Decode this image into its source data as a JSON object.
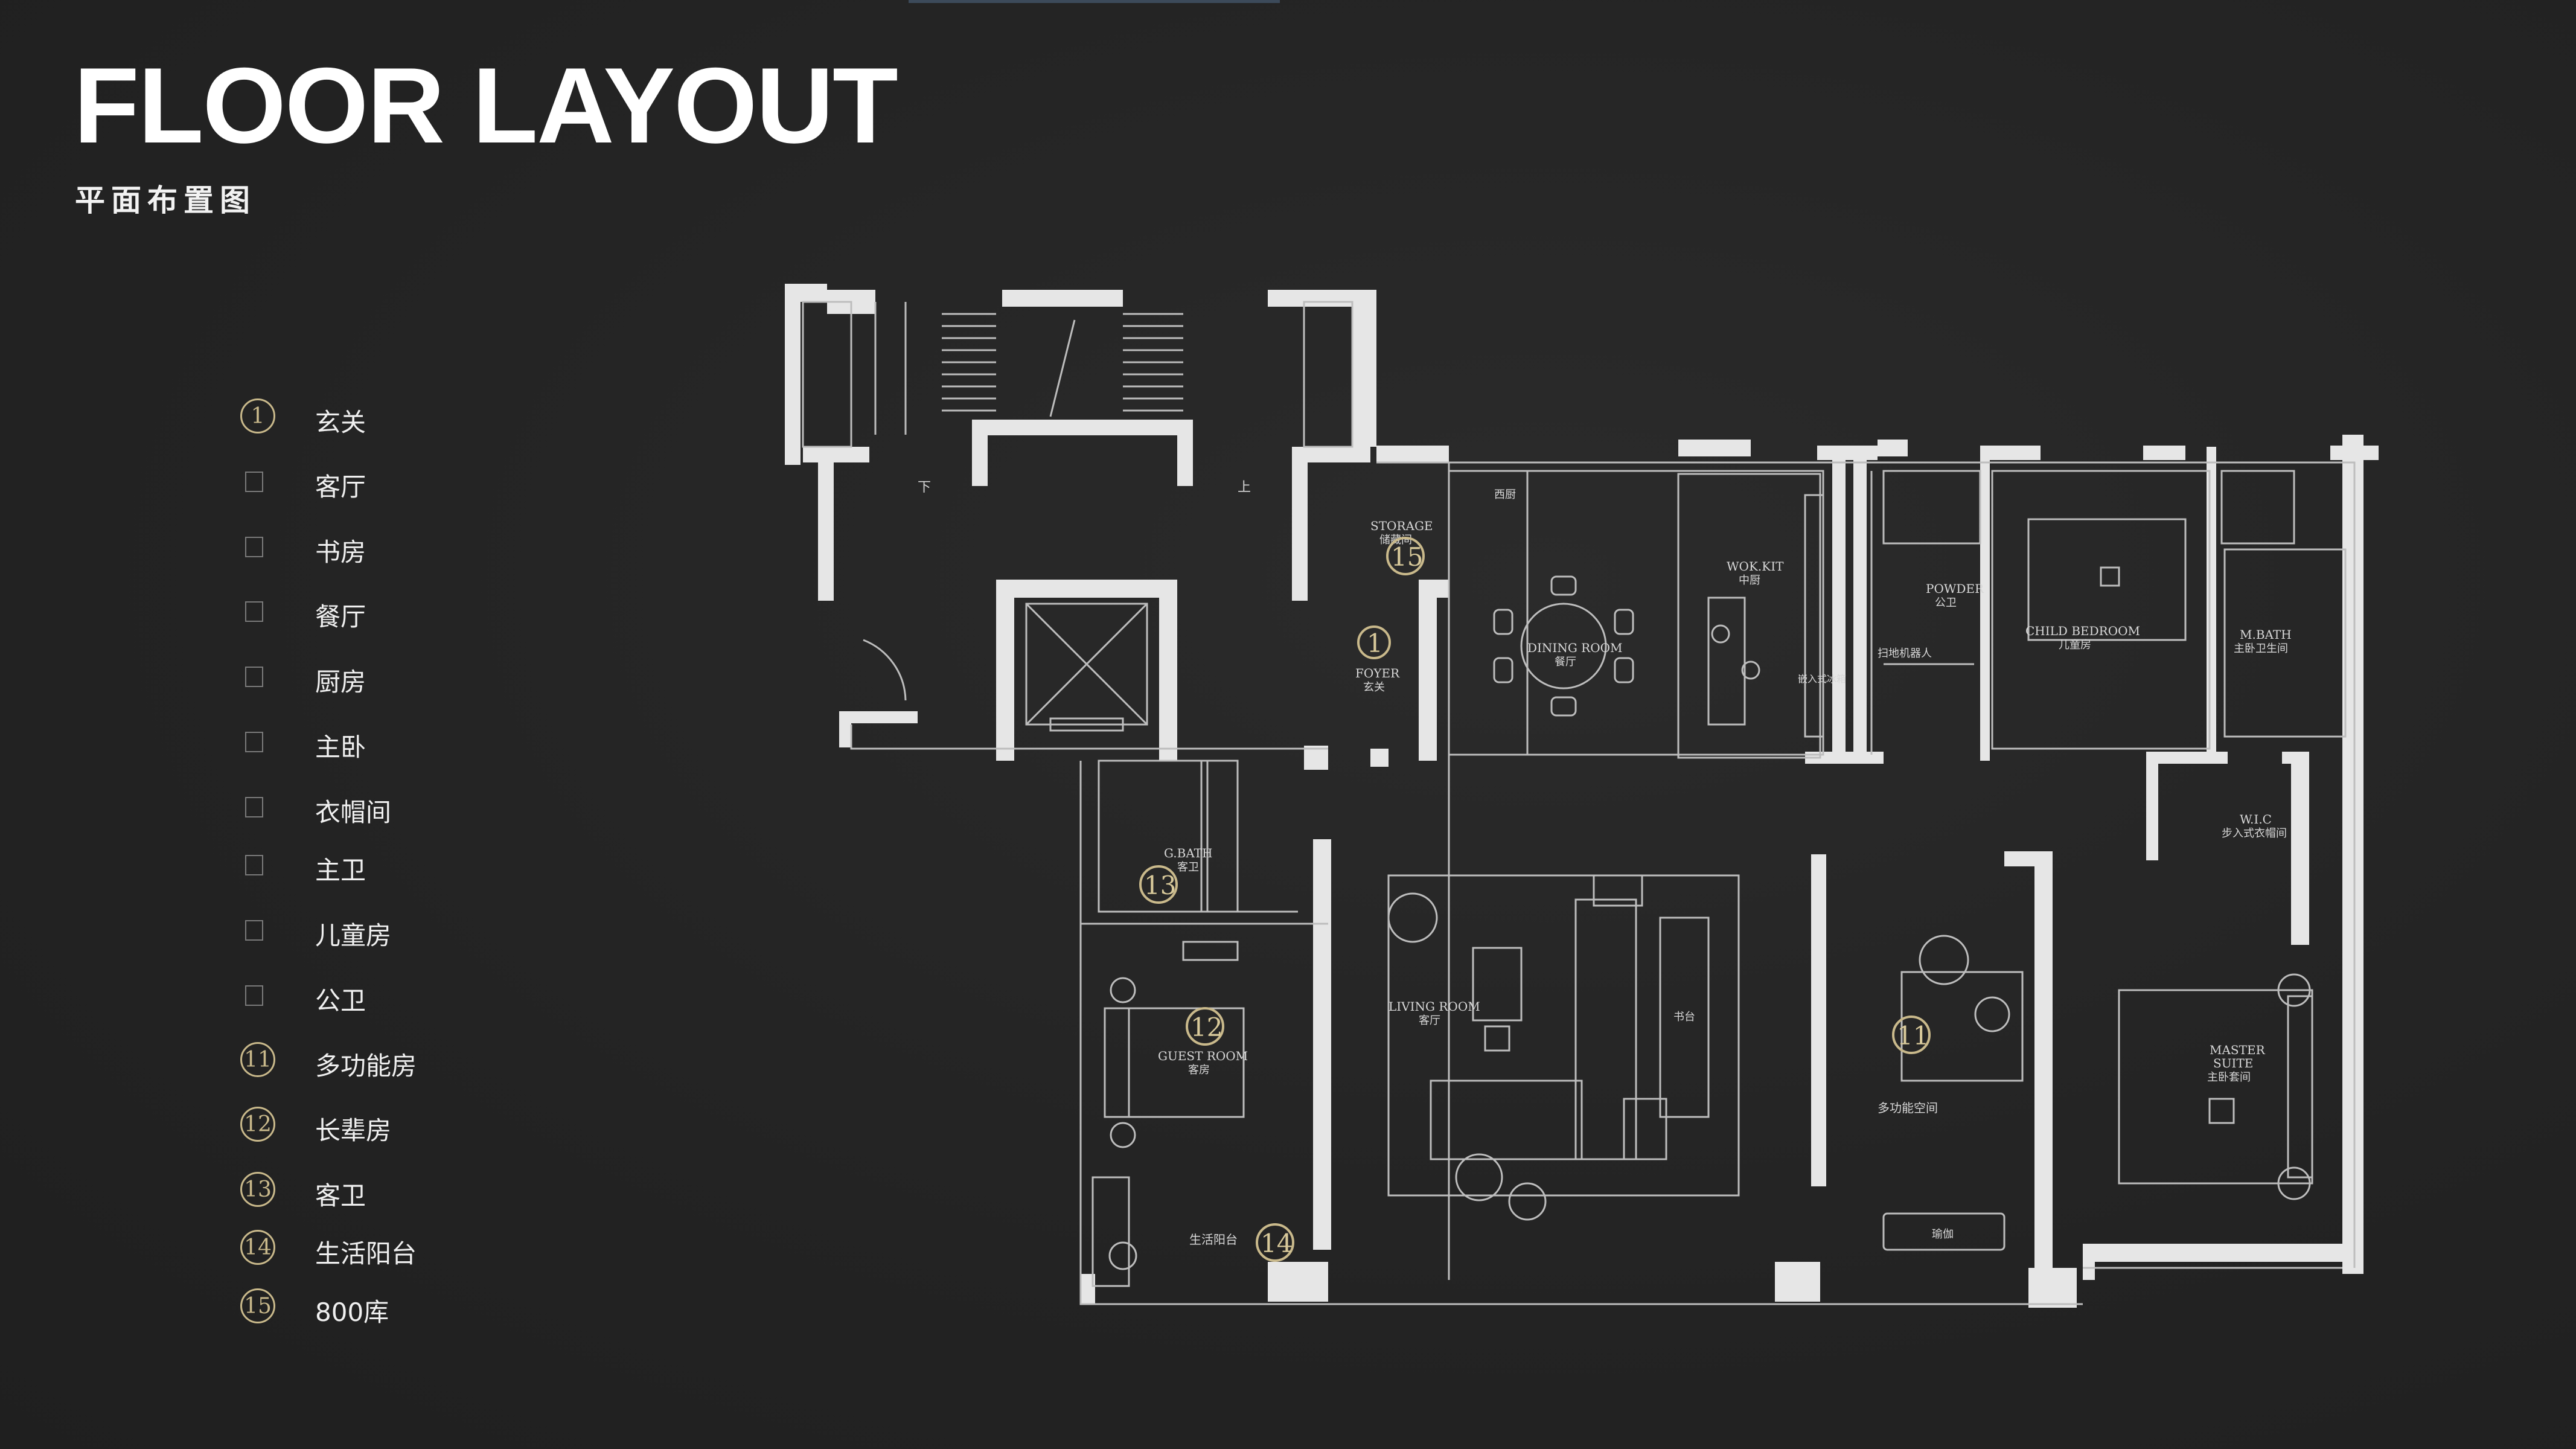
{
  "header": {
    "title": "FLOOR LAYOUT",
    "subtitle": "平面布置图"
  },
  "legend": [
    {
      "marker": "1",
      "label": "玄关"
    },
    {
      "marker": "",
      "label": "客厅"
    },
    {
      "marker": "",
      "label": "书房"
    },
    {
      "marker": "",
      "label": "餐厅"
    },
    {
      "marker": "",
      "label": "厨房"
    },
    {
      "marker": "",
      "label": "主卧"
    },
    {
      "marker": "",
      "label": "衣帽间"
    },
    {
      "marker": "",
      "label": "主卫"
    },
    {
      "marker": "",
      "label": "儿童房"
    },
    {
      "marker": "",
      "label": "公卫"
    },
    {
      "marker": "11",
      "label": "多功能房"
    },
    {
      "marker": "12",
      "label": "长辈房"
    },
    {
      "marker": "13",
      "label": "客卫"
    },
    {
      "marker": "14",
      "label": "生活阳台"
    },
    {
      "marker": "15",
      "label": "800库"
    }
  ],
  "plan_labels": {
    "storage_en": "STORAGE",
    "storage_cn": "储藏间",
    "foyer_en": "FOYER",
    "foyer_cn": "玄关",
    "dining_en": "DINING ROOM",
    "dining_cn": "餐厅",
    "wok_en": "WOK.KIT",
    "wok_cn": "中厨",
    "west_kitchen": "西厨",
    "powder_en": "POWDER",
    "powder_cn": "公卫",
    "child_en": "CHILD BEDROOM",
    "child_cn": "儿童房",
    "mbath_en": "M.BATH",
    "mbath_cn": "主卧卫生间",
    "wlc_en": "W.I.C",
    "wlc_cn": "步入式衣帽间",
    "gbath_en": "G.BATH",
    "gbath_cn": "客卫",
    "guest_en": "GUEST ROOM",
    "guest_cn": "客房",
    "living_en": "LIVING ROOM",
    "living_cn": "客厅",
    "desk_cn": "书台",
    "multi_cn": "多功能空间",
    "master_en1": "MASTER",
    "master_en2": "SUITE",
    "master_cn": "主卧套间",
    "balcony_cn": "生活阳台",
    "yoga_cn": "瑜伽",
    "stair_down": "下",
    "stair_up": "上",
    "robot_cn": "扫地机器人",
    "fridge_cn": "嵌入式冰箱",
    "n1": "1",
    "n15": "15",
    "n13": "13",
    "n12": "12",
    "n11": "11",
    "n14": "14"
  },
  "colors": {
    "background": "#262626",
    "accent_gold": "#c9b98b",
    "wall": "#e6e6e6",
    "line": "#bdbdbd"
  }
}
